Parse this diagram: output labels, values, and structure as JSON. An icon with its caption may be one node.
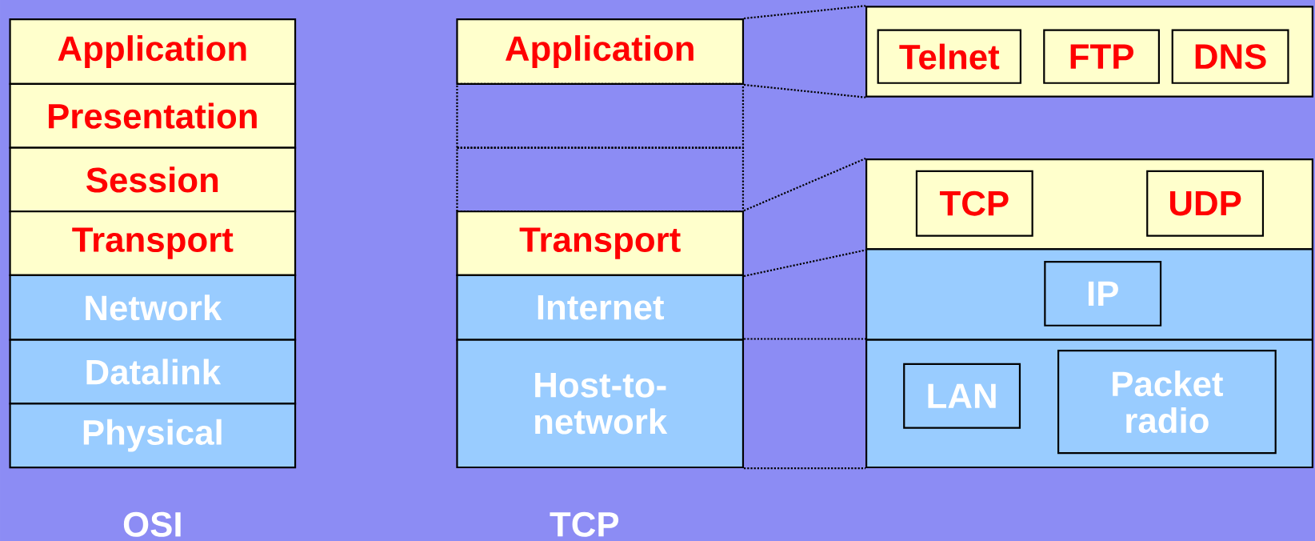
{
  "diagram": {
    "nodes": [
      {
        "text": [
          "Application"
        ]
      },
      {
        "text": [
          "Presentation"
        ]
      },
      {
        "text": [
          "Session"
        ]
      },
      {
        "text": [
          "Transport"
        ]
      },
      {
        "text": [
          "Network"
        ]
      },
      {
        "text": [
          "Datalink"
        ]
      },
      {
        "text": [
          "Physical"
        ]
      },
      {
        "text": [
          "Application"
        ]
      },
      {
        "text": [],
        "shape": "box"
      },
      {
        "text": [],
        "shape": "box"
      },
      {
        "text": [
          "Transport"
        ]
      },
      {
        "text": [
          "Internet"
        ]
      },
      {
        "text": [
          "Host-to-network"
        ]
      },
      {
        "text": [],
        "shape": "box"
      },
      {
        "text": [
          "Telnet"
        ],
        "in": 13
      },
      {
        "text": [
          "FTP"
        ],
        "in": 13
      },
      {
        "text": [
          "DNS"
        ],
        "in": 13
      },
      {
        "text": [],
        "shape": "box"
      },
      {
        "text": [
          "TCP"
        ],
        "in": 17
      },
      {
        "text": [
          "UDP"
        ],
        "in": 17
      },
      {
        "text": [],
        "shape": "box"
      },
      {
        "text": [
          "IP"
        ],
        "in": 20
      },
      {
        "text": [],
        "shape": "box"
      },
      {
        "text": [
          "LAN"
        ],
        "in": 22
      },
      {
        "text": [
          "Packet radio"
        ],
        "in": 22
      }
    ],
    "edges": [
      {
        "from": 7,
        "to": 13,
        "arrow": "none",
        "style": "dashed"
      },
      {
        "from": 7,
        "to": 13,
        "arrow": "none",
        "style": "dashed"
      },
      {
        "from": 10,
        "to": 17,
        "arrow": "none",
        "style": "dashed"
      },
      {
        "from": 10,
        "to": 17,
        "arrow": "none",
        "style": "dashed"
      },
      {
        "from": 12,
        "to": 22,
        "arrow": "none",
        "style": "dashed"
      },
      {
        "from": 12,
        "to": 22,
        "arrow": "none",
        "style": "dashed"
      }
    ],
    "labels": [
      "OSI",
      "TCP"
    ]
  }
}
